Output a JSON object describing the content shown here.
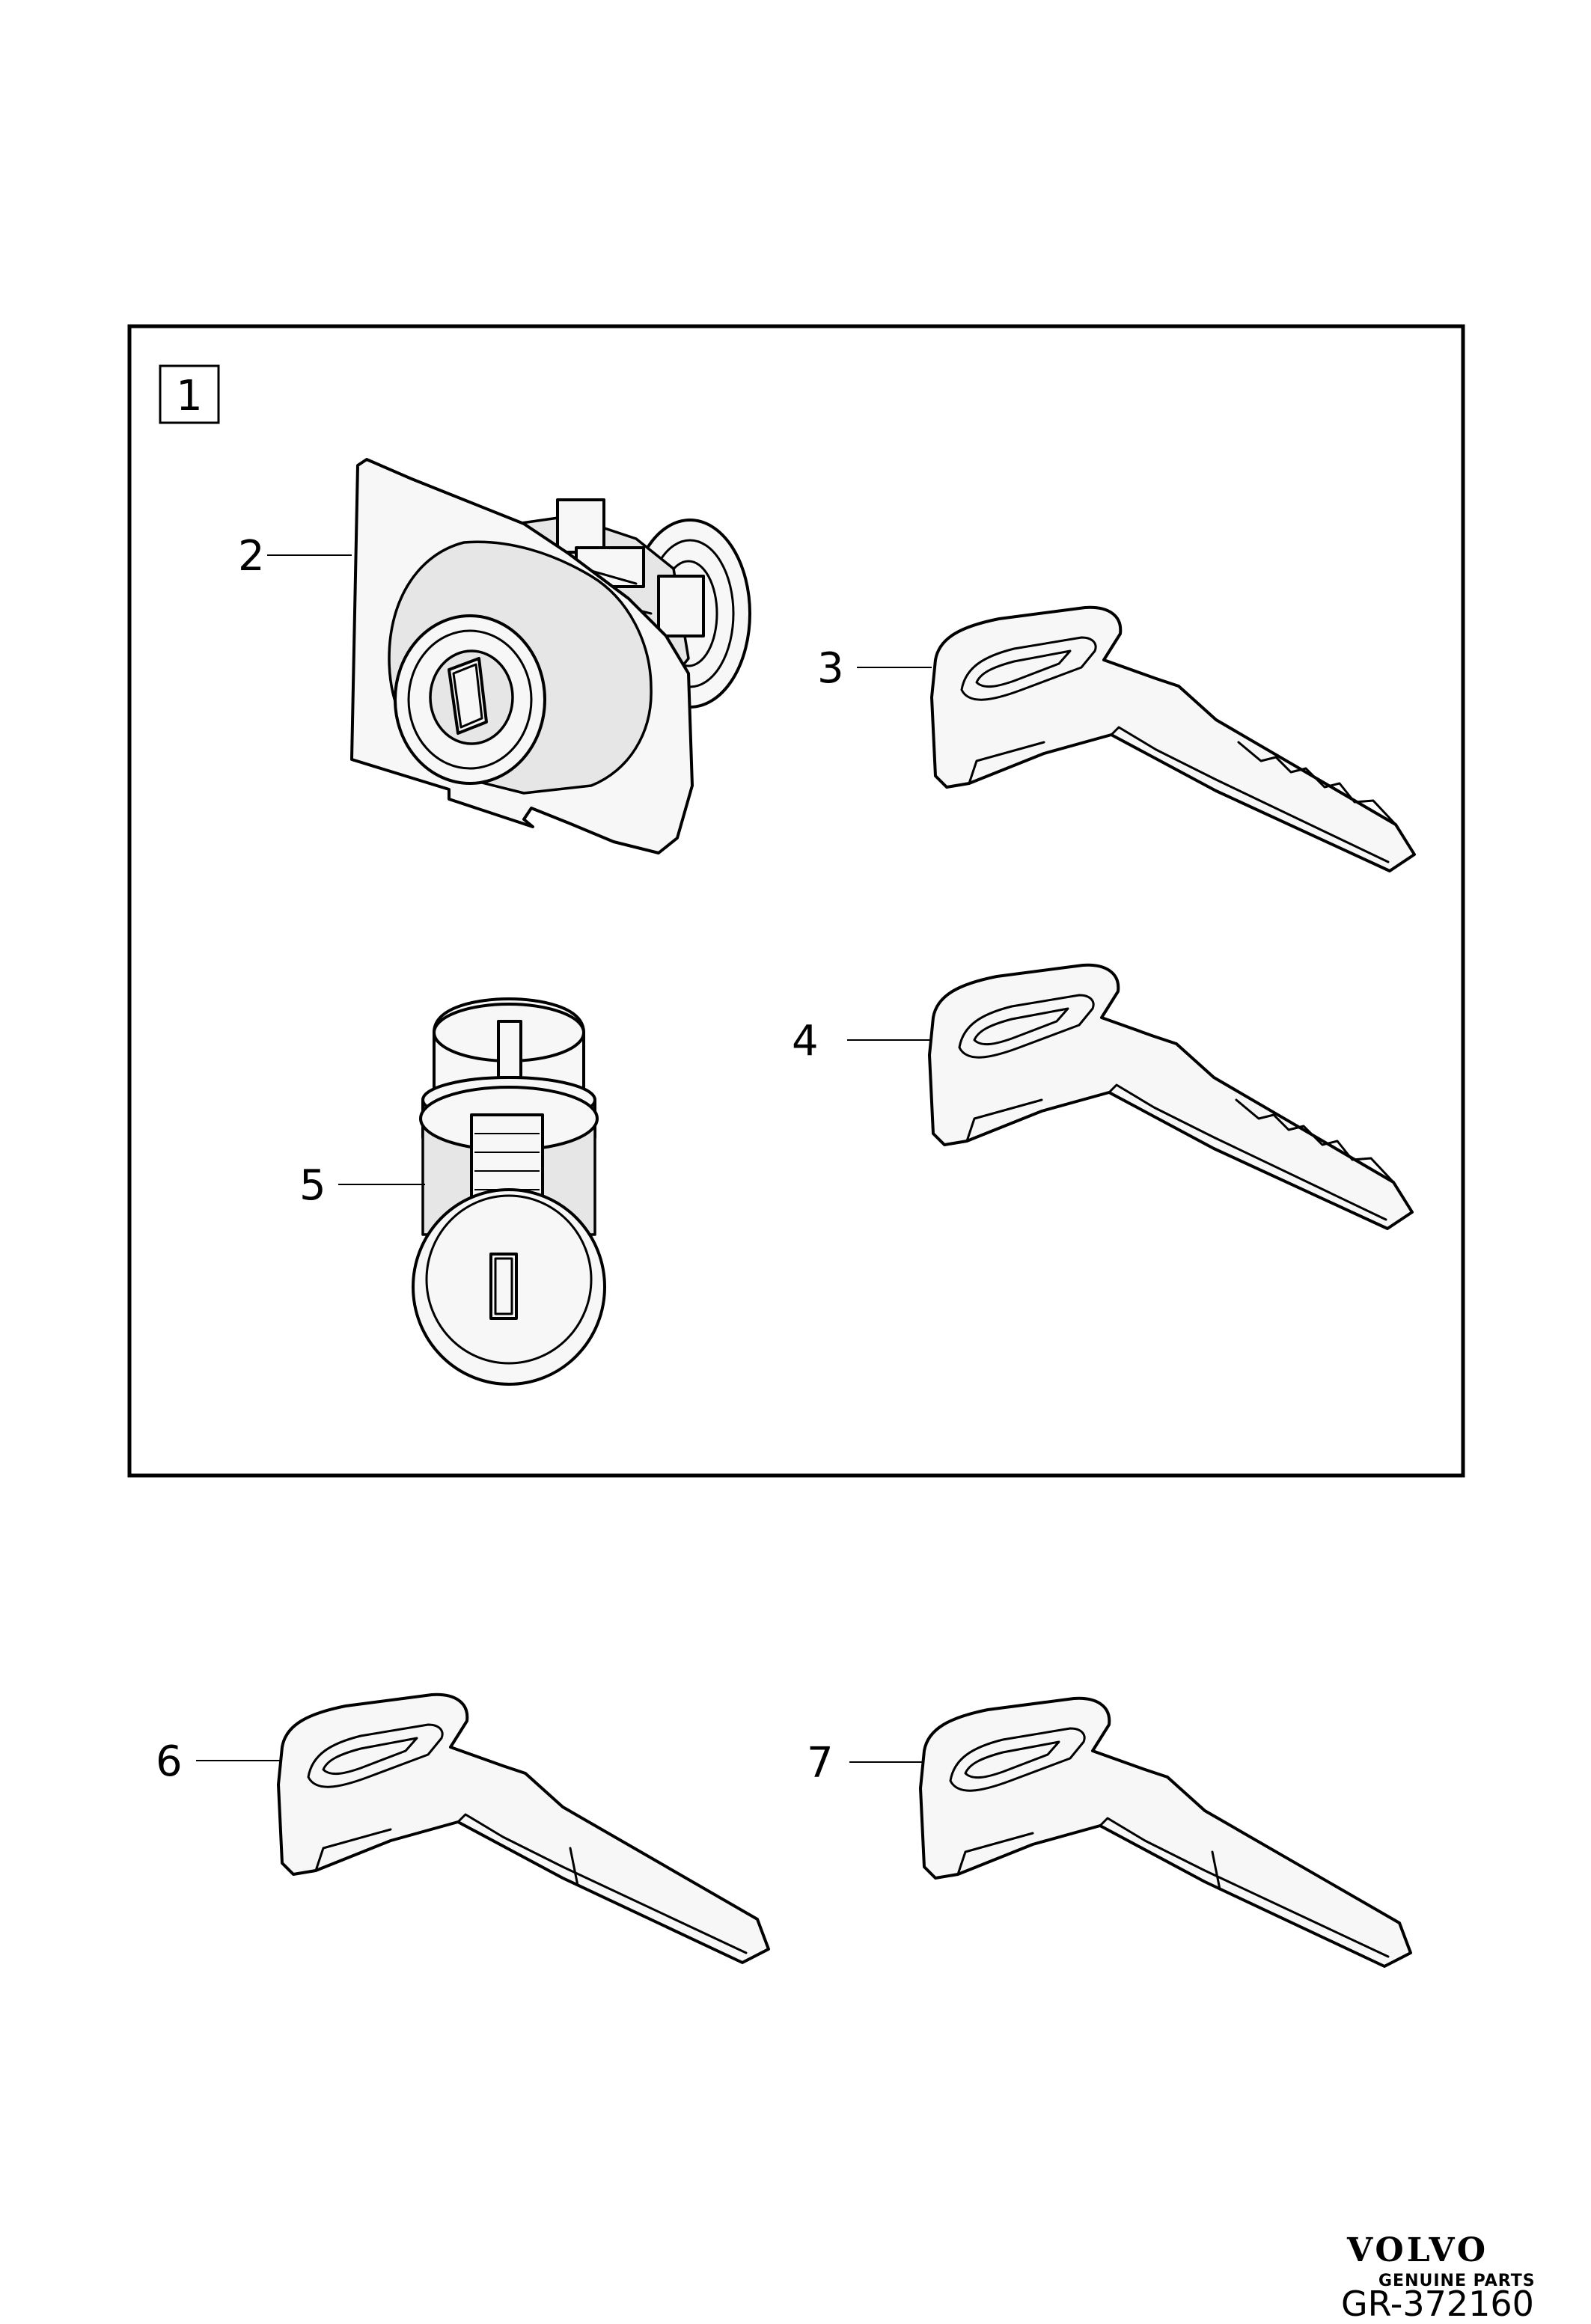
{
  "group_label": "1",
  "callouts": [
    {
      "id": "2",
      "label": "2"
    },
    {
      "id": "3",
      "label": "3"
    },
    {
      "id": "4",
      "label": "4"
    },
    {
      "id": "5",
      "label": "5"
    },
    {
      "id": "6",
      "label": "6"
    },
    {
      "id": "7",
      "label": "7"
    }
  ],
  "brand": {
    "name": "VOLVO",
    "subtitle": "GENUINE PARTS"
  },
  "figure_code": "GR-372160"
}
